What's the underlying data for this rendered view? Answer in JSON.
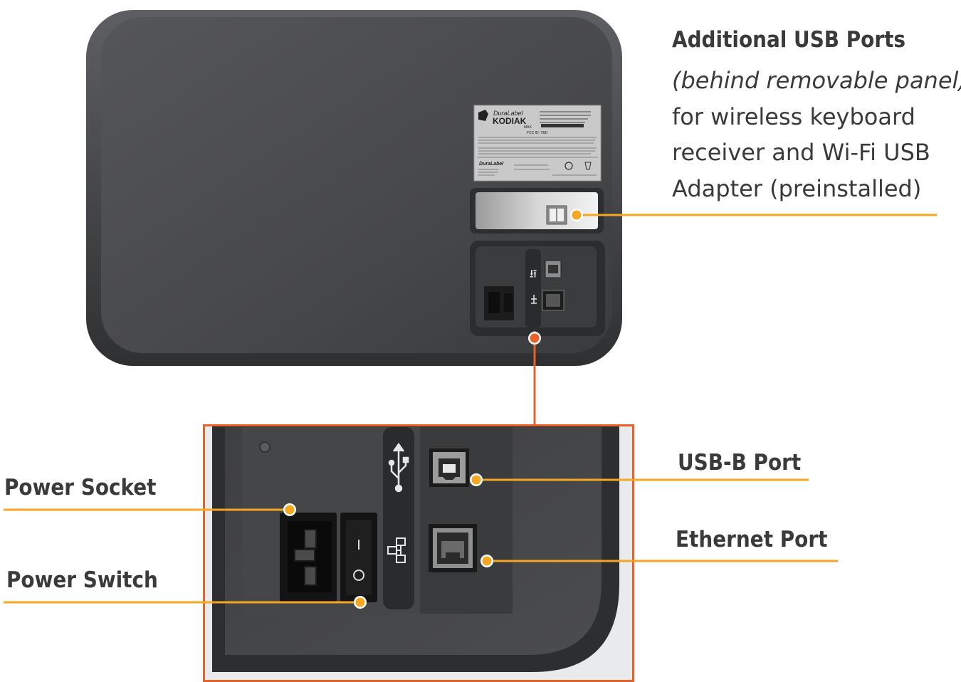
{
  "callouts": {
    "additional_usb": {
      "title": "Additional USB Ports",
      "note": "(behind removable panel)",
      "lines": [
        "for wireless keyboard",
        "receiver and Wi-Fi USB",
        "Adapter (preinstalled)"
      ]
    },
    "usb_b": "USB-B Port",
    "ethernet": "Ethernet Port",
    "power_socket": "Power Socket",
    "power_switch": "Power Switch"
  },
  "device_label": {
    "brand": "DuraLabel",
    "model": "KODIAK",
    "variant": "MAX",
    "fcc": "FCC ID: TBD"
  },
  "colors": {
    "callout_line": "#f5a623",
    "zoom_frame": "#e8602a",
    "device_body": "#48494b",
    "text": "#3a3a3a"
  },
  "icons": [
    "usb-icon",
    "network-icon",
    "power-switch-icon",
    "screw-icon"
  ]
}
